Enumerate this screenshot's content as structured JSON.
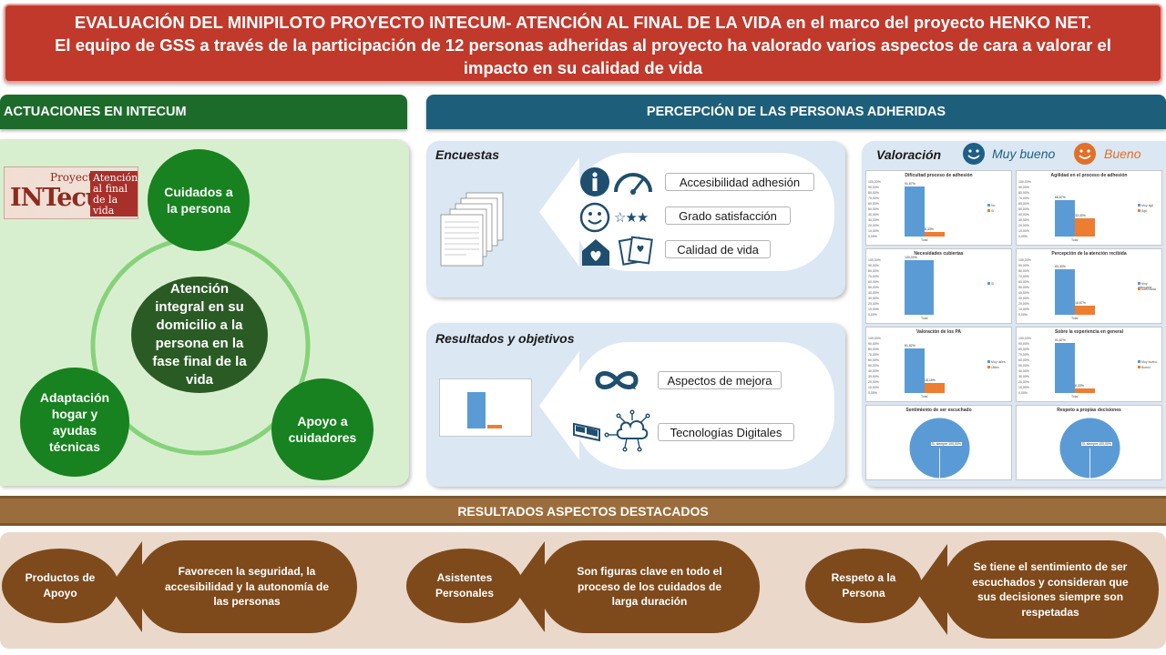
{
  "title": {
    "line1": "EVALUACIÓN DEL MINIPILOTO PROYECTO INTECUM- ATENCIÓN AL FINAL DE LA VIDA en el marco del proyecto HENKO NET.",
    "line2": "El equipo de GSS a través de la participación de 12 personas adheridas al proyecto ha valorado varios aspectos de cara a valorar el",
    "line3": "impacto en su calidad de vida"
  },
  "left": {
    "header": "ACTUACIONES EN INTECUM",
    "logo": {
      "proyecto": "Proyecto",
      "name": "INTecum",
      "atencion": "Atención al final de la vida"
    },
    "circles": {
      "top": "Cuidados a la persona",
      "center": "Atención integral en su domicilio a la persona en la fase final de la vida",
      "left": "Adaptación hogar y ayudas técnicas",
      "right": "Apoyo a cuidadores"
    }
  },
  "right": {
    "header": "PERCEPCIÓN DE LAS PERSONAS ADHERIDAS",
    "encuestas": {
      "title": "Encuestas",
      "items": [
        "Accesibilidad adhesión",
        "Grado satisfacción",
        "Calidad de vida"
      ]
    },
    "resultados": {
      "title": "Resultados y objetivos",
      "items": [
        "Aspectos de mejora",
        "Tecnologías Digitales"
      ]
    },
    "valoracion": {
      "title": "Valoración",
      "legend_muy_bueno": "Muy bueno",
      "legend_bueno": "Bueno",
      "colors": {
        "muy_bueno": "#1f5f86",
        "bueno": "#e0702a",
        "bar_blue": "#5b9bd5",
        "bar_orange": "#ed7d31"
      }
    }
  },
  "chart_data": [
    {
      "type": "bar",
      "title": "Dificultad proceso de adhesión",
      "categories": [
        "Total"
      ],
      "series": [
        {
          "name": "No",
          "values": [
            91.67
          ]
        },
        {
          "name": "Sí",
          "values": [
            8.33
          ]
        }
      ],
      "labels": [
        "91,67%",
        "8,33%"
      ],
      "ylim": [
        0,
        100
      ]
    },
    {
      "type": "bar",
      "title": "Agilidad en el proceso de adhesión",
      "categories": [
        "Total"
      ],
      "series": [
        {
          "name": "Muy ágil",
          "values": [
            66.67
          ]
        },
        {
          "name": "Ágil",
          "values": [
            33.33
          ]
        }
      ],
      "labels": [
        "66,67%",
        "33,33%"
      ],
      "ylim": [
        0,
        100
      ]
    },
    {
      "type": "bar",
      "title": "Necesidades cubiertas",
      "categories": [
        "Total"
      ],
      "series": [
        {
          "name": "Sí",
          "values": [
            100
          ]
        }
      ],
      "labels": [
        "100,00%"
      ],
      "ylim": [
        0,
        100
      ]
    },
    {
      "type": "bar",
      "title": "Percepción de la atención recibida",
      "categories": [
        "Total"
      ],
      "series": [
        {
          "name": "Muy adecuada",
          "values": [
            83.33
          ]
        },
        {
          "name": "Adecuada",
          "values": [
            16.67
          ]
        }
      ],
      "labels": [
        "83,33%",
        "16,67%"
      ],
      "ylim": [
        0,
        100
      ]
    },
    {
      "type": "bar",
      "title": "Valoración de los PA",
      "categories": [
        "Total"
      ],
      "series": [
        {
          "name": "Muy útiles",
          "values": [
            81.82
          ]
        },
        {
          "name": "Útiles",
          "values": [
            18.18
          ]
        }
      ],
      "labels": [
        "81,82%",
        "18,18%"
      ],
      "ylim": [
        0,
        100
      ]
    },
    {
      "type": "bar",
      "title": "Sobre la experiencia en general",
      "categories": [
        "Total"
      ],
      "series": [
        {
          "name": "Muy bueno",
          "values": [
            91.67
          ]
        },
        {
          "name": "Bueno",
          "values": [
            8.33
          ]
        }
      ],
      "labels": [
        "91,67%",
        "8,33%"
      ],
      "ylim": [
        0,
        100
      ]
    },
    {
      "type": "pie",
      "title": "Sentimiento de ser escuchado",
      "categories": [
        "Sí, siempre"
      ],
      "values": [
        100
      ],
      "labels": [
        "Sí, siempre 100,00%"
      ]
    },
    {
      "type": "pie",
      "title": "Respeto a propias decisiones",
      "categories": [
        "Sí, siempre"
      ],
      "values": [
        100
      ],
      "labels": [
        "Sí, siempre 100,00%"
      ]
    }
  ],
  "results": {
    "header": "RESULTADOS ASPECTOS DESTACADOS",
    "items": [
      {
        "label": "Productos de Apoyo",
        "text": "Favorecen la seguridad, la accesibilidad y la autonomía de las personas"
      },
      {
        "label": "Asistentes Personales",
        "text": "Son figuras clave en todo el proceso de los cuidados de larga duración"
      },
      {
        "label": "Respeto a la Persona",
        "text": "Se tiene el sentimiento de ser escuchados y consideran que sus decisiones siempre son respetadas"
      }
    ]
  }
}
